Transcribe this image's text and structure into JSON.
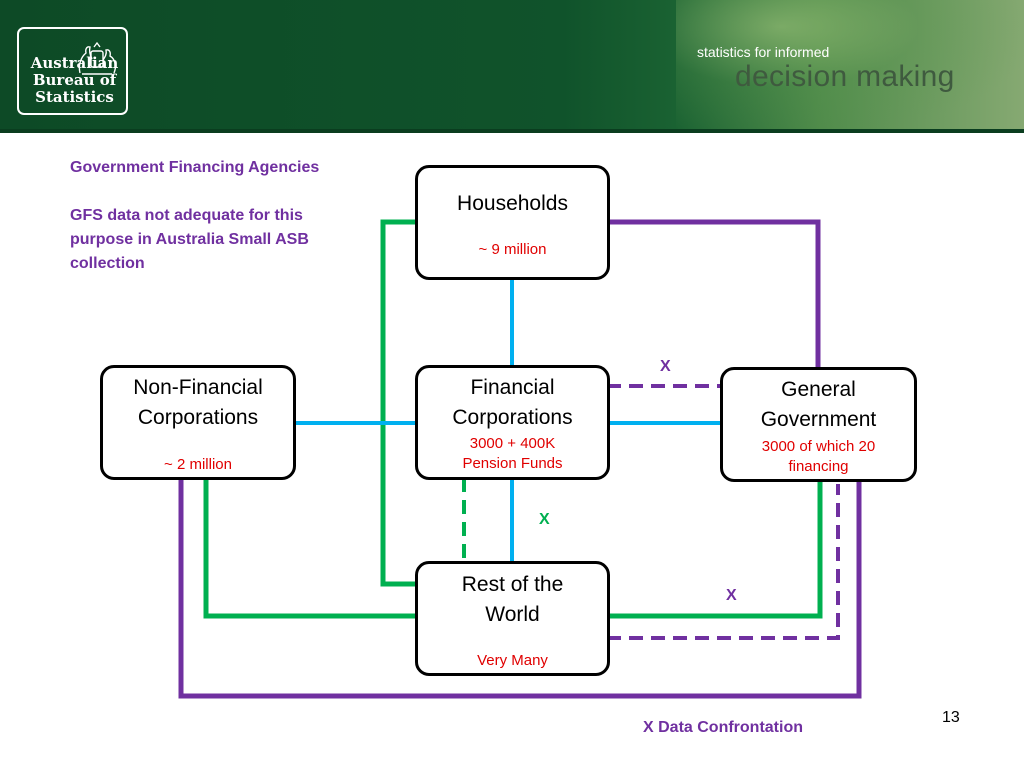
{
  "header": {
    "logo_lines": [
      "Australian",
      "Bureau of",
      "Statistics"
    ],
    "tagline_small": "statistics for informed",
    "tagline_large": "decision making"
  },
  "note": {
    "title": "Government Financing Agencies",
    "body_lines": [
      "GFS data not adequate for this",
      "purpose in Australia Small ASB",
      "collection"
    ]
  },
  "nodes": {
    "households": {
      "title": [
        "Households"
      ],
      "detail": [
        "~ 9 million"
      ]
    },
    "financial": {
      "title": [
        "Financial",
        "Corporations"
      ],
      "detail": [
        "3000 + 400K",
        "Pension Funds"
      ]
    },
    "nonfinancial": {
      "title": [
        "Non-Financial",
        "Corporations"
      ],
      "detail": [
        "~ 2 million"
      ]
    },
    "government": {
      "title": [
        "General",
        "Government"
      ],
      "detail": [
        "3000 of which 20",
        "financing"
      ]
    },
    "rest_of_world": {
      "title": [
        "Rest of the",
        "World"
      ],
      "detail": [
        "Very Many"
      ]
    }
  },
  "confrontation_marks": [
    "X",
    "X",
    "X"
  ],
  "footer": {
    "legend": "X Data Confrontation",
    "page_number": "13"
  },
  "colors": {
    "banner_green": "#10532b",
    "purple": "#7030a0",
    "green_link": "#00b050",
    "blue_link": "#00b0f0",
    "detail_red": "#e00000"
  }
}
